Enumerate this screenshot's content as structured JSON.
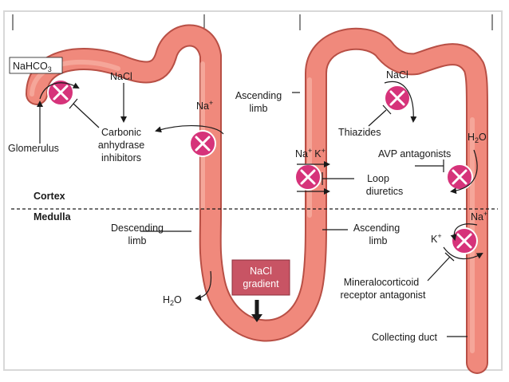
{
  "colors": {
    "tubule_fill": "#f0897c",
    "tubule_edge": "#b84f45",
    "tubule_highlight": "#f9b9ae",
    "blocker_fill": "#d6337a",
    "gradient_box": "#c85464",
    "frame": "#d8d8d8"
  },
  "icons": {
    "blocker": "x-circle-icon",
    "arrow": "arrow-icon",
    "inhibit": "t-bar-inhibit-icon"
  },
  "regions": {
    "cortex": "Cortex",
    "medulla": "Medulla"
  },
  "labels": {
    "nahco3_main": "NaHCO",
    "nahco3_sub": "3",
    "glomerulus": "Glomerulus",
    "nacl_proximal": "NaCl",
    "carbonic_1": "Carbonic",
    "carbonic_2": "anhydrase",
    "carbonic_3": "inhibitors",
    "na_loop": "Na",
    "na_loop_sup": "+",
    "ascending_top_1": "Ascending",
    "ascending_top_2": "limb",
    "descending_1": "Descending",
    "descending_2": "limb",
    "h2o_desc_main": "H",
    "h2o_desc_sub": "2",
    "h2o_desc_end": "O",
    "nacl_gradient_1": "NaCl",
    "nacl_gradient_2": "gradient",
    "na_k_na": "Na",
    "na_k_k": "K",
    "loop_1": "Loop",
    "loop_2": "diuretics",
    "ascending_bottom_1": "Ascending",
    "ascending_bottom_2": "limb",
    "nacl_distal": "NaCl",
    "thiazides": "Thiazides",
    "h2o_cd_main": "H",
    "h2o_cd_sub": "2",
    "h2o_cd_end": "O",
    "avp": "AVP antagonists",
    "na_cd": "Na",
    "k_cd": "K",
    "mineralo_1": "Mineralocorticoid",
    "mineralo_2": "receptor antagonist",
    "collecting_duct": "Collecting duct",
    "plus": "+"
  }
}
